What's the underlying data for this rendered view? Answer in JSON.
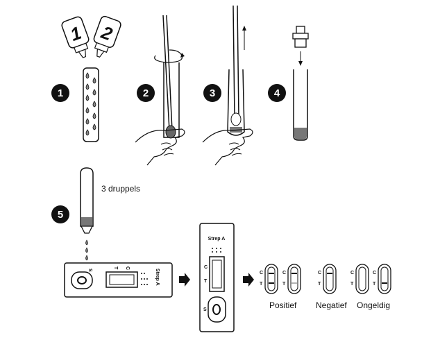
{
  "steps": [
    {
      "number": "1"
    },
    {
      "number": "2"
    },
    {
      "number": "3"
    },
    {
      "number": "4"
    },
    {
      "number": "5"
    }
  ],
  "bottles": {
    "left": "1",
    "right": "2"
  },
  "drops_label": "3 druppels",
  "cassette": {
    "horizontal": {
      "label": "Strep A",
      "sample": "S",
      "control": "C",
      "test": "T"
    },
    "vertical": {
      "label": "Strep A",
      "sample": "S",
      "control": "C",
      "test": "T"
    }
  },
  "results": [
    {
      "label": "Positief"
    },
    {
      "label": "Negatief"
    },
    {
      "label": "Ongeldig"
    }
  ],
  "result_line_labels": {
    "c": "C",
    "t": "T"
  },
  "colors": {
    "ink": "#111111",
    "fill_gray": "#777777",
    "line_gray": "#999999"
  }
}
